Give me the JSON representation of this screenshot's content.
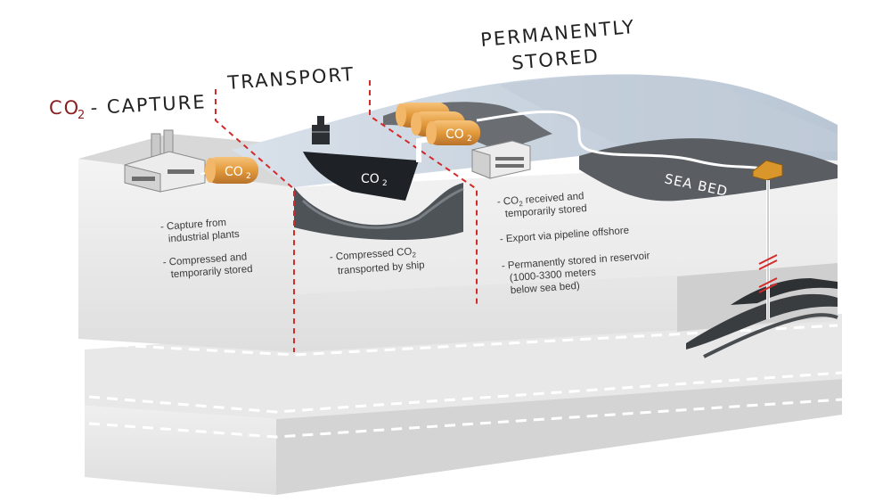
{
  "headings": {
    "capture_co2": "CO",
    "capture_sub": "2",
    "capture": "- CAPTURE",
    "transport": "TRANSPORT",
    "stored_line1": "PERMANENTLY",
    "stored_line2": "STORED"
  },
  "labels": {
    "factory_tank_co2": "CO",
    "factory_tank_sub": "2",
    "ship_co2": "CO",
    "ship_sub": "2",
    "storage_tank_co2": "CO",
    "storage_tank_sub": "2",
    "sea_bed": "SEA BED"
  },
  "capture_notes": {
    "l1": "- Capture from",
    "l2": "industrial plants",
    "l3": "- Compressed and",
    "l4": "temporarily stored"
  },
  "transport_notes": {
    "l1a": "- Compressed CO",
    "l1sub": "2",
    "l2": "transported by ship"
  },
  "storage_notes": {
    "l1a": "- CO",
    "l1sub": "2",
    "l1b": " received and",
    "l2": "temporarily stored",
    "l3": "- Export via pipeline offshore",
    "l4": "- Permanently stored in reservoir",
    "l5": "(1000-3300 meters",
    "l6": "below sea bed)"
  },
  "colors": {
    "co2_accent": "#8b1f1f",
    "divider": "#d42a2a",
    "tank": "#e8a24a",
    "ocean": "#c9d3e0",
    "seabed": "#555a60"
  }
}
